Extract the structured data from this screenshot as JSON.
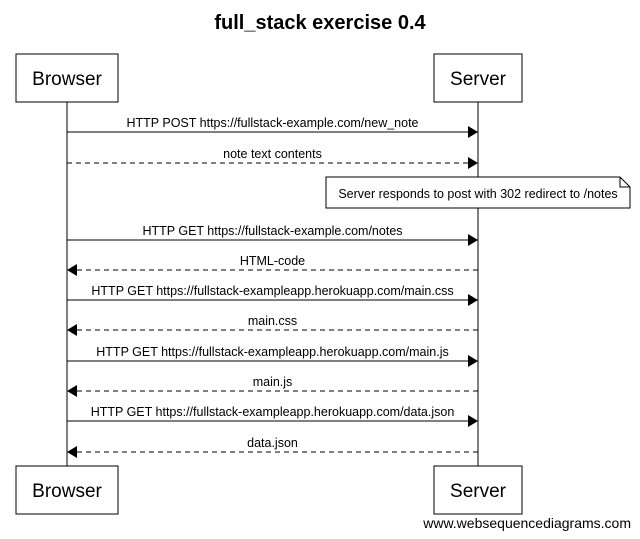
{
  "diagram": {
    "title": "full_stack exercise 0.4",
    "credit": "www.websequencediagrams.com",
    "actors": {
      "browser": "Browser",
      "server": "Server"
    },
    "messages": [
      {
        "from": "browser",
        "to": "server",
        "style": "solid",
        "label": "HTTP POST https://fullstack-example.com/new_note"
      },
      {
        "from": "browser",
        "to": "server",
        "style": "dashed",
        "label": "note text contents"
      },
      {
        "from": "browser",
        "to": "server",
        "style": "solid",
        "label": "HTTP GET https://fullstack-example.com/notes"
      },
      {
        "from": "server",
        "to": "browser",
        "style": "dashed",
        "label": "HTML-code"
      },
      {
        "from": "browser",
        "to": "server",
        "style": "solid",
        "label": "HTTP GET https://fullstack-exampleapp.herokuapp.com/main.css"
      },
      {
        "from": "server",
        "to": "browser",
        "style": "dashed",
        "label": "main.css"
      },
      {
        "from": "browser",
        "to": "server",
        "style": "solid",
        "label": "HTTP GET https://fullstack-exampleapp.herokuapp.com/main.js"
      },
      {
        "from": "server",
        "to": "browser",
        "style": "dashed",
        "label": "main.js"
      },
      {
        "from": "browser",
        "to": "server",
        "style": "solid",
        "label": "HTTP GET https://fullstack-exampleapp.herokuapp.com/data.json"
      },
      {
        "from": "server",
        "to": "browser",
        "style": "dashed",
        "label": "data.json"
      }
    ],
    "note": {
      "over": "server",
      "text": "Server responds to post with 302 redirect to /notes"
    }
  }
}
